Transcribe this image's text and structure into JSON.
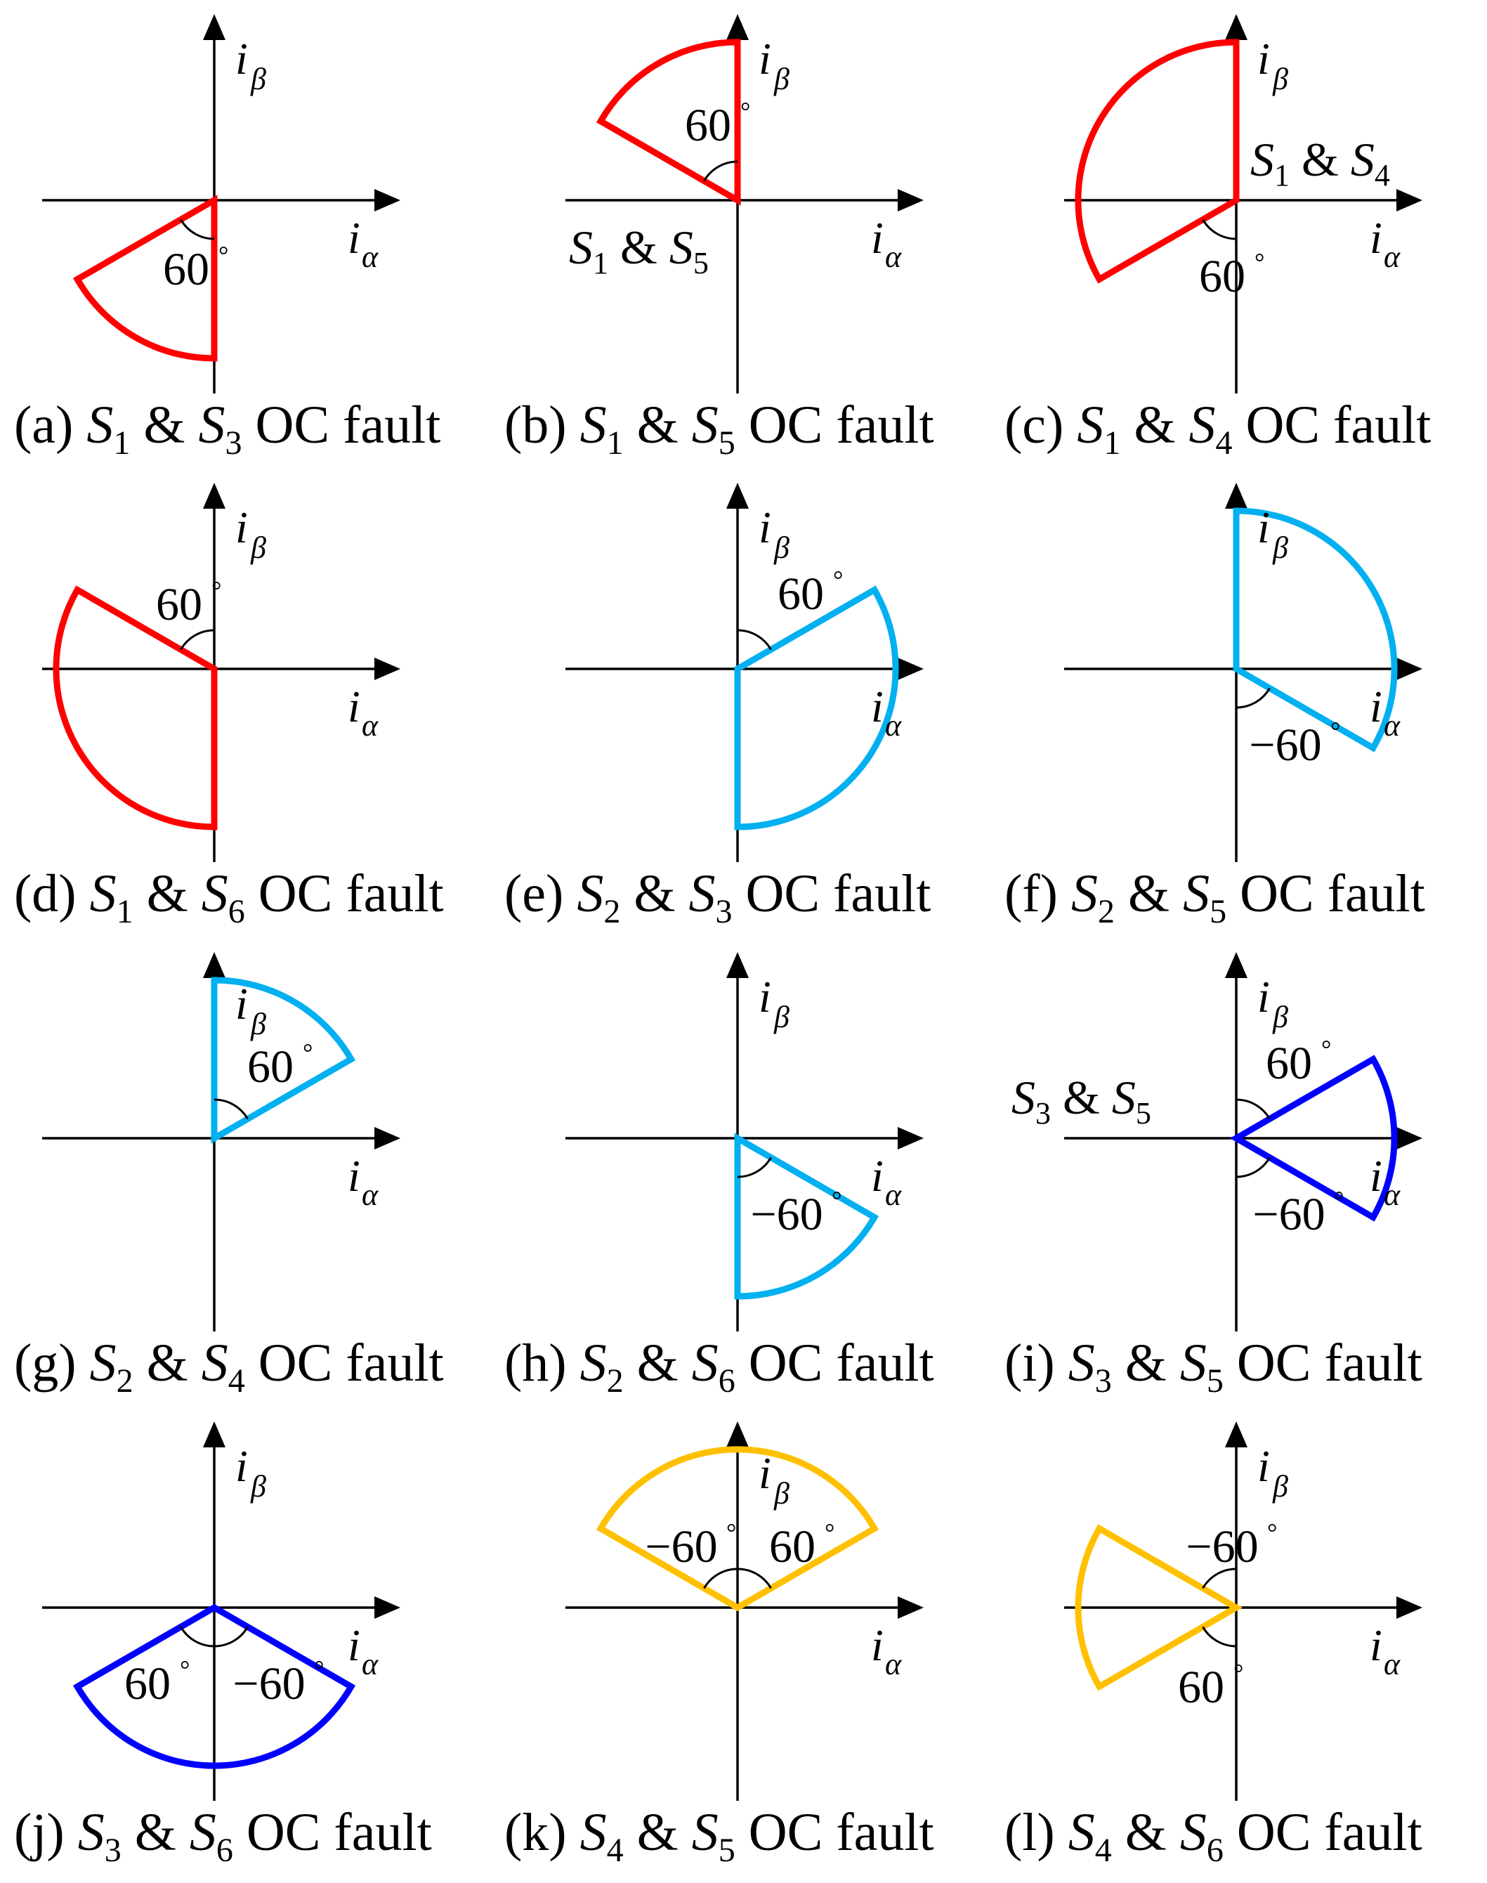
{
  "colors": {
    "red": "#ff0000",
    "cyan": "#00b0f0",
    "blue": "#0000ff",
    "yellow": "#ffc000",
    "axis": "#000000"
  },
  "axis_labels": {
    "alpha": "i",
    "alpha_sub": "α",
    "beta": "i",
    "beta_sub": "β"
  },
  "panels": [
    {
      "label": "(a)",
      "s1": "1",
      "s2": "3",
      "fault": "OC fault",
      "color": "red",
      "angles": [
        {
          "text": "60",
          "deg": "°"
        }
      ],
      "inline_switch": null
    },
    {
      "label": "(b)",
      "s1": "1",
      "s2": "5",
      "fault": "OC fault",
      "color": "red",
      "angles": [
        {
          "text": "60",
          "deg": "°"
        }
      ],
      "inline_switch": {
        "s1": "1",
        "s2": "5"
      }
    },
    {
      "label": "(c)",
      "s1": "1",
      "s2": "4",
      "fault": "OC fault",
      "color": "red",
      "angles": [
        {
          "text": "60",
          "deg": "°"
        }
      ],
      "inline_switch": {
        "s1": "1",
        "s2": "4"
      }
    },
    {
      "label": "(d)",
      "s1": "1",
      "s2": "6",
      "fault": "OC fault",
      "color": "red",
      "angles": [
        {
          "text": "60",
          "deg": "°"
        }
      ],
      "inline_switch": null
    },
    {
      "label": "(e)",
      "s1": "2",
      "s2": "3",
      "fault": "OC fault",
      "color": "cyan",
      "angles": [
        {
          "text": "60",
          "deg": "°"
        }
      ],
      "inline_switch": null
    },
    {
      "label": "(f)",
      "s1": "2",
      "s2": "5",
      "fault": "OC fault",
      "color": "cyan",
      "angles": [
        {
          "text": "−60",
          "deg": "°"
        }
      ],
      "inline_switch": null
    },
    {
      "label": "(g)",
      "s1": "2",
      "s2": "4",
      "fault": "OC fault",
      "color": "cyan",
      "angles": [
        {
          "text": "60",
          "deg": "°"
        }
      ],
      "inline_switch": null
    },
    {
      "label": "(h)",
      "s1": "2",
      "s2": "6",
      "fault": "OC fault",
      "color": "cyan",
      "angles": [
        {
          "text": "−60",
          "deg": "°"
        }
      ],
      "inline_switch": null
    },
    {
      "label": "(i)",
      "s1": "3",
      "s2": "5",
      "fault": "OC fault",
      "color": "blue",
      "angles": [
        {
          "text": "60",
          "deg": "°"
        },
        {
          "text": "−60",
          "deg": "°"
        }
      ],
      "inline_switch": {
        "s1": "3",
        "s2": "5"
      }
    },
    {
      "label": "(j)",
      "s1": "3",
      "s2": "6",
      "fault": "OC fault",
      "color": "blue",
      "angles": [
        {
          "text": "60",
          "deg": "°"
        },
        {
          "text": "−60",
          "deg": "°"
        }
      ],
      "inline_switch": null
    },
    {
      "label": "(k)",
      "s1": "4",
      "s2": "5",
      "fault": "OC fault",
      "color": "yellow",
      "angles": [
        {
          "text": "−60",
          "deg": "°"
        },
        {
          "text": "60",
          "deg": "°"
        }
      ],
      "inline_switch": null
    },
    {
      "label": "(l)",
      "s1": "4",
      "s2": "6",
      "fault": "OC fault",
      "color": "yellow",
      "angles": [
        {
          "text": "−60",
          "deg": "°"
        },
        {
          "text": "60",
          "deg": "°"
        }
      ],
      "inline_switch": null
    }
  ]
}
